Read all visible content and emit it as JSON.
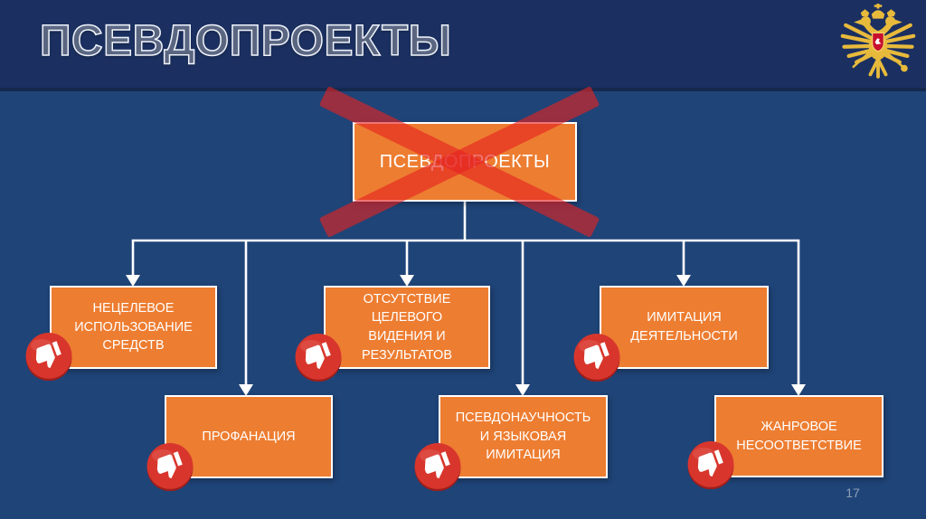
{
  "slide": {
    "title": "ПСЕВДОПРОЕКТЫ",
    "page_number": "17",
    "emblem_name": "russia-coat-of-arms"
  },
  "colors": {
    "header_bg": "#1B3060",
    "body_bg": "#1F4478",
    "box_fill": "#ED7D31",
    "box_border": "#FFFFFF",
    "box_text": "#FFFFFF",
    "connector": "#FFFFFF",
    "cross_red": "rgba(229,34,32,0.62)",
    "badge_red": "#D8362C",
    "emblem_gold": "#E8BA3C",
    "emblem_shield": "#C8102E",
    "page_number_color": "#8EA0B6"
  },
  "diagram": {
    "root": {
      "label": "ПСЕВДОПРОЕКТЫ",
      "crossed_out": true
    },
    "nodes": [
      {
        "id": "netselevoe",
        "label": "НЕЦЕЛЕВОЕ\nИСПОЛЬЗОВАНИЕ\nСРЕДСТВ",
        "badge": "thumbs-down"
      },
      {
        "id": "otsutstvie",
        "label": "ОТСУТСТВИЕ\nЦЕЛЕВОГО\nВИДЕНИЯ И\nРЕЗУЛЬТАТОВ",
        "badge": "thumbs-down"
      },
      {
        "id": "imitatsiya",
        "label": "ИМИТАЦИЯ\nДЕЯТЕЛЬНОСТИ",
        "badge": "thumbs-down"
      },
      {
        "id": "profanatsiya",
        "label": "ПРОФАНАЦИЯ",
        "badge": "thumbs-down"
      },
      {
        "id": "psevdonauchnost",
        "label": "ПСЕВДОНАУЧНОСТЬ\nИ ЯЗЫКОВАЯ\nИМИТАЦИЯ",
        "badge": "thumbs-down"
      },
      {
        "id": "zhanrovoe",
        "label": "ЖАНРОВОЕ\nНЕСООТВЕТСТВИЕ",
        "badge": "thumbs-down"
      }
    ]
  }
}
